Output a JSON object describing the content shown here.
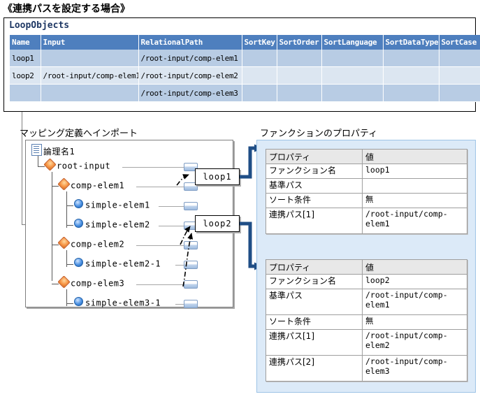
{
  "page": {
    "title": "《連携パスを設定する場合》"
  },
  "loopobjects": {
    "caption": "LoopObjects",
    "columns": [
      "Name",
      "Input",
      "RelationalPath",
      "SortKey",
      "SortOrder",
      "SortLanguage",
      "SortDataType",
      "SortCase"
    ],
    "rows": [
      [
        "loop1",
        "",
        "/root-input/comp-elem1",
        "",
        "",
        "",
        "",
        ""
      ],
      [
        "loop2",
        "/root-input/comp-elem1",
        "/root-input/comp-elem2",
        "",
        "",
        "",
        "",
        ""
      ],
      [
        "",
        "",
        "/root-input/comp-elem3",
        "",
        "",
        "",
        "",
        ""
      ]
    ]
  },
  "tree_section": {
    "label": "マッピング定義へインポート",
    "root_doc": "論理名1",
    "nodes": [
      {
        "label": "root-input",
        "type": "complex",
        "depth": 1
      },
      {
        "label": "comp-elem1",
        "type": "complex",
        "depth": 2
      },
      {
        "label": "simple-elem1",
        "type": "simple",
        "depth": 3
      },
      {
        "label": "simple-elem2",
        "type": "simple",
        "depth": 3
      },
      {
        "label": "comp-elem2",
        "type": "complex",
        "depth": 2
      },
      {
        "label": "simple-elem2-1",
        "type": "simple",
        "depth": 3
      },
      {
        "label": "comp-elem3",
        "type": "complex",
        "depth": 2
      },
      {
        "label": "simple-elem3-1",
        "type": "simple",
        "depth": 3
      }
    ],
    "loop_boxes": [
      {
        "label": "loop1"
      },
      {
        "label": "loop2"
      }
    ]
  },
  "properties_section": {
    "label": "ファンクションのプロパティ",
    "tables": [
      {
        "header": {
          "property": "プロパティ",
          "value": "値"
        },
        "rows": [
          {
            "property": "ファンクション名",
            "value": "loop1"
          },
          {
            "property": "基準パス",
            "value": ""
          },
          {
            "property": "ソート条件",
            "value": "無"
          },
          {
            "property": "連携パス[1]",
            "value": "/root-input/comp-elem1"
          }
        ]
      },
      {
        "header": {
          "property": "プロパティ",
          "value": "値"
        },
        "rows": [
          {
            "property": "ファンクション名",
            "value": "loop2"
          },
          {
            "property": "基準パス",
            "value": "/root-input/comp-elem1"
          },
          {
            "property": "ソート条件",
            "value": "無"
          },
          {
            "property": "連携パス[1]",
            "value": "/root-input/comp-elem2"
          },
          {
            "property": "連携パス[2]",
            "value": "/root-input/comp-elem3"
          }
        ]
      }
    ]
  },
  "colors": {
    "table_header_blue": "#4e7fbe",
    "row_band_a": "#b8cce4",
    "row_band_b": "#dce6f1",
    "caption_navy": "#1f3864",
    "panel_blue_bg": "#dceaf8",
    "connector_navy": "#1f4e86",
    "node_complex_orange": "#f79646",
    "node_simple_blue": "#4a90e2"
  }
}
